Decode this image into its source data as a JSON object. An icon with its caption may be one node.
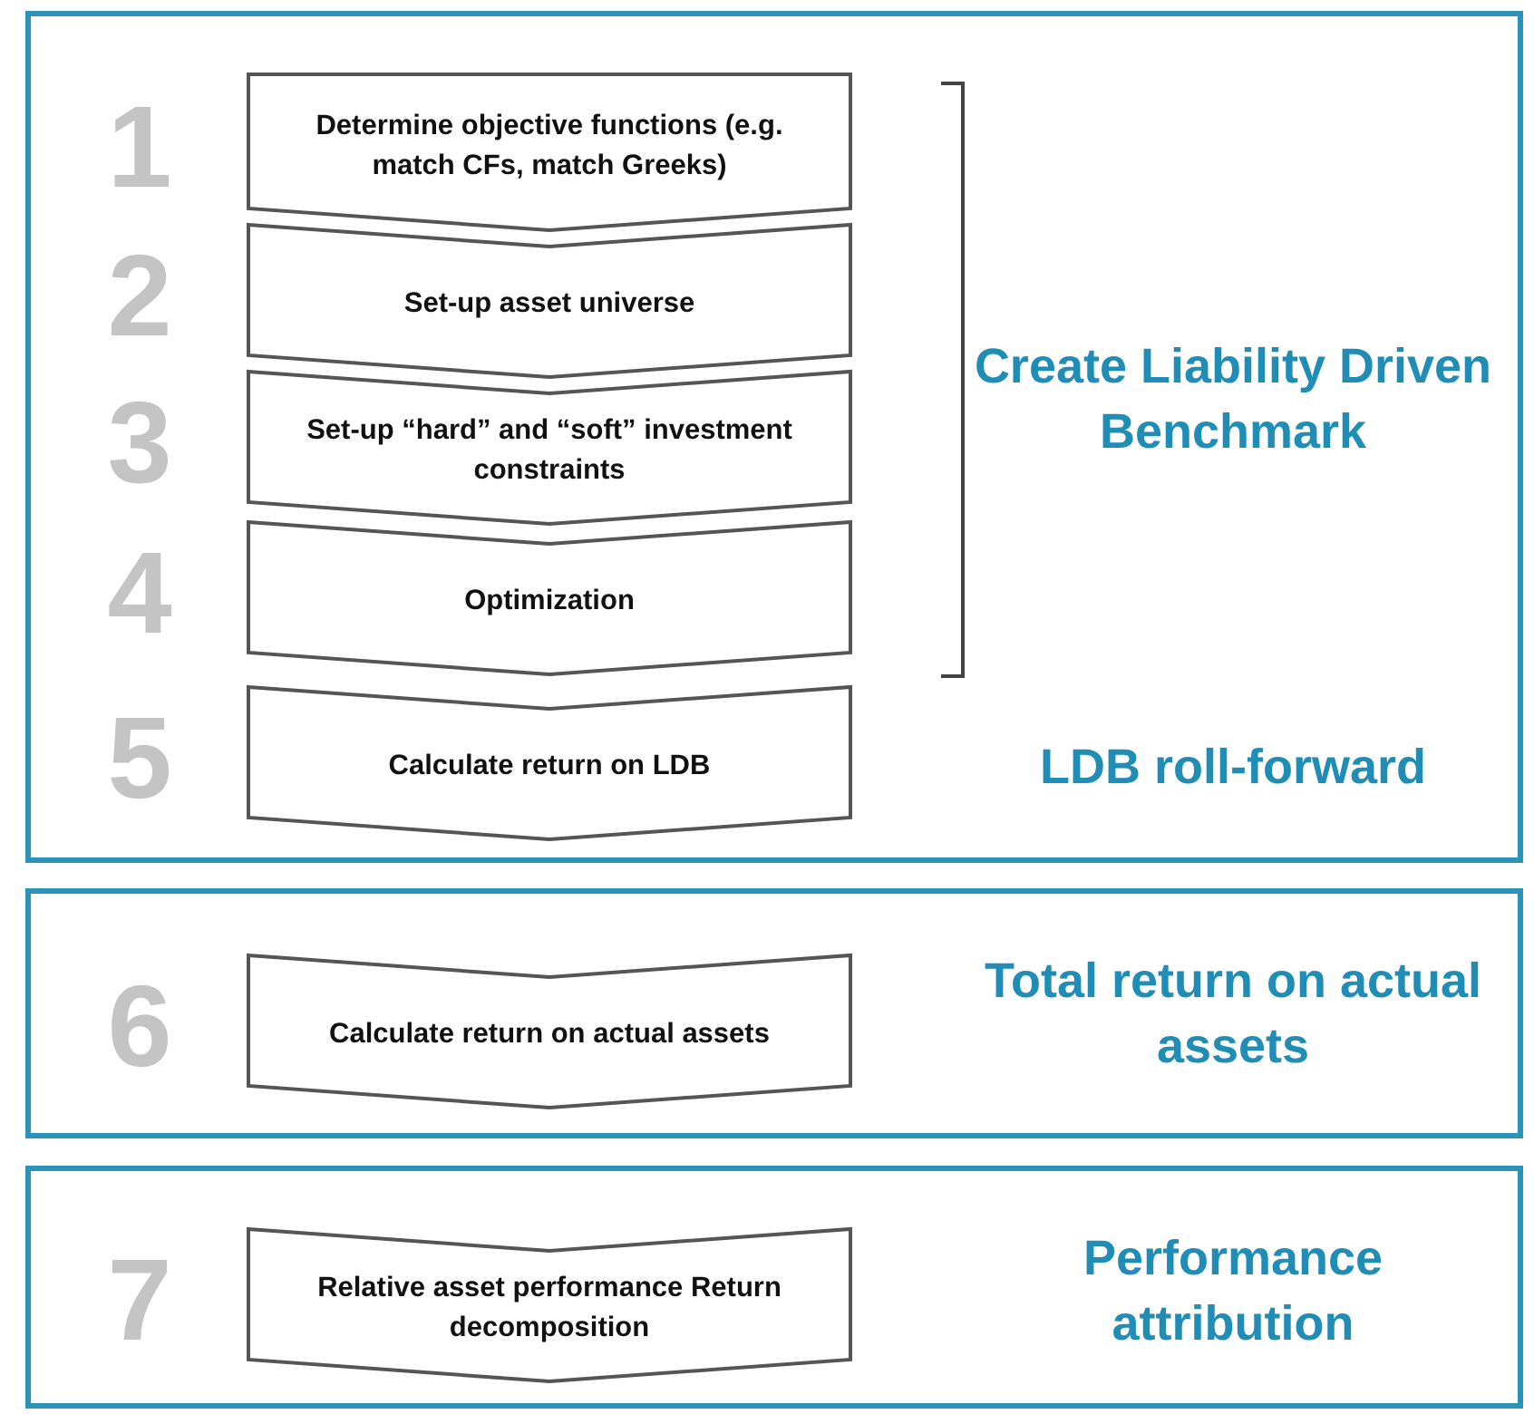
{
  "diagram": {
    "nodes": [
      {
        "text": [
          "Create Liability Driven Benchmark",
          "LDB roll-forward"
        ]
      },
      {
        "text": [
          "Determine objective functions (e.g. match  CFs, match  Greeks)"
        ],
        "in": 0,
        "beside": [
          "1"
        ]
      },
      {
        "text": [
          "Set-up asset universe"
        ],
        "in": 0,
        "beside": [
          "2"
        ]
      },
      {
        "text": [
          "Set-up “hard” and “soft” investment constraints"
        ],
        "in": 0,
        "beside": [
          "3"
        ]
      },
      {
        "text": [
          "Optimization"
        ],
        "in": 0,
        "beside": [
          "4"
        ]
      },
      {
        "text": [
          "Calculate return on LDB"
        ],
        "in": 0,
        "beside": [
          "5"
        ]
      },
      {
        "text": [
          "Total return on actual assets"
        ]
      },
      {
        "text": [
          "Calculate return on actual assets"
        ],
        "in": 6,
        "beside": [
          "6"
        ]
      },
      {
        "text": [
          "Performance attribution"
        ]
      },
      {
        "text": [
          "Relative asset performance Return decomposition"
        ],
        "in": 8,
        "beside": [
          "7"
        ]
      }
    ],
    "edges": []
  }
}
